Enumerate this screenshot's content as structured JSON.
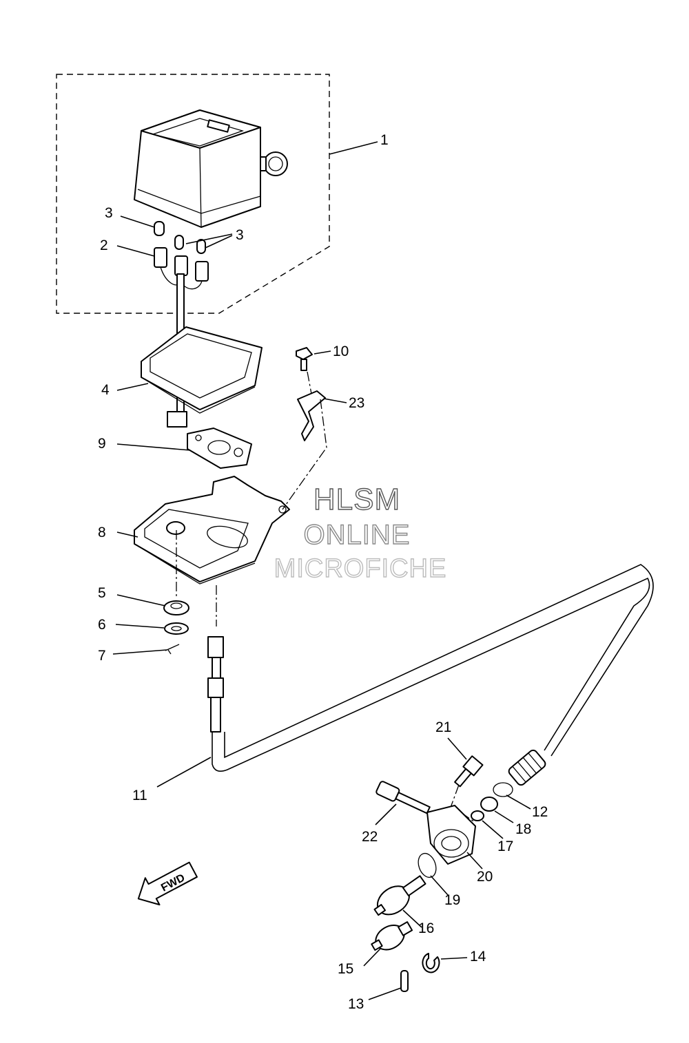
{
  "callouts": [
    "1",
    "2",
    "3",
    "3",
    "4",
    "5",
    "6",
    "7",
    "8",
    "9",
    "10",
    "11",
    "12",
    "13",
    "14",
    "15",
    "16",
    "17",
    "18",
    "19",
    "20",
    "21",
    "22",
    "23"
  ],
  "watermark": {
    "line1": "HLSM",
    "line2": "ONLINE",
    "line3": "MICROFICHE"
  },
  "direction_label": "FWD"
}
